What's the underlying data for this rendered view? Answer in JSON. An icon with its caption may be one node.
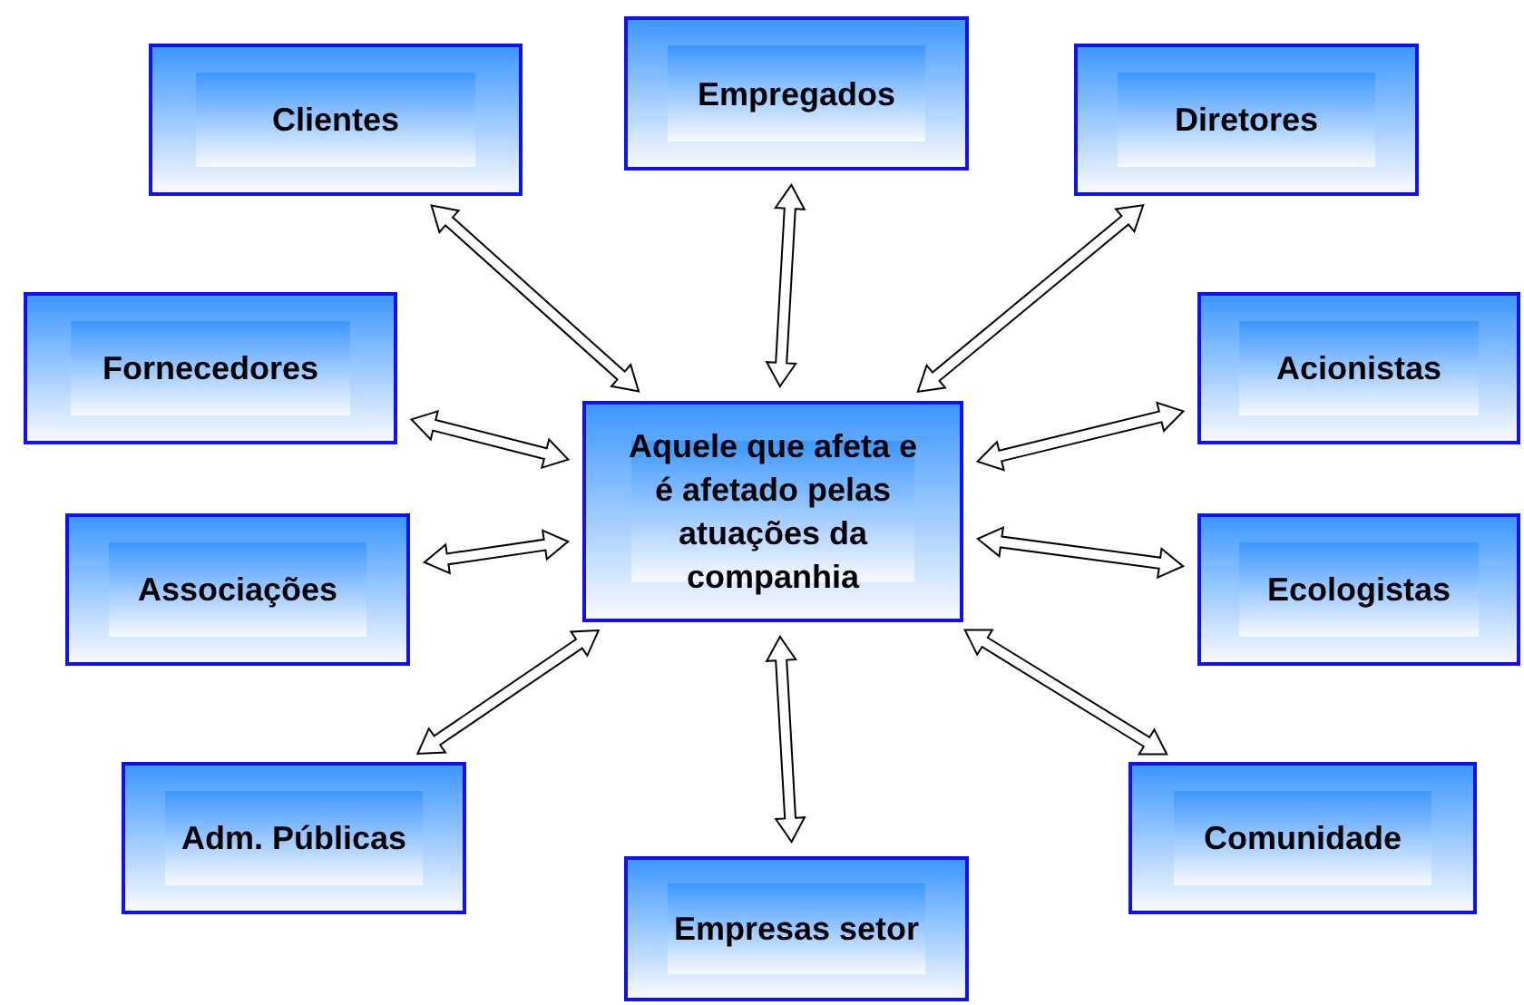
{
  "diagram": {
    "nodes": [
      {
        "text": [
          "Empregados"
        ]
      },
      {
        "text": [
          "Clientes"
        ]
      },
      {
        "text": [
          "Diretores"
        ]
      },
      {
        "text": [
          "Fornecedores"
        ]
      },
      {
        "text": [
          "Acionistas"
        ]
      },
      {
        "text": [
          "Aquele que afeta e é afetado pelas atuações da companhia"
        ]
      },
      {
        "text": [
          "Associações"
        ]
      },
      {
        "text": [
          "Ecologistas"
        ]
      },
      {
        "text": [
          "Adm. Públicas"
        ]
      },
      {
        "text": [
          "Comunidade"
        ]
      },
      {
        "text": [
          "Empresas setor"
        ]
      }
    ],
    "edges": [
      {
        "from": 5,
        "to": 0,
        "arrow": "both"
      },
      {
        "from": 5,
        "to": 1,
        "arrow": "both"
      },
      {
        "from": 5,
        "to": 2,
        "arrow": "both"
      },
      {
        "from": 5,
        "to": 3,
        "arrow": "both"
      },
      {
        "from": 5,
        "to": 4,
        "arrow": "both"
      },
      {
        "from": 5,
        "to": 6,
        "arrow": "both"
      },
      {
        "from": 5,
        "to": 7,
        "arrow": "both"
      },
      {
        "from": 5,
        "to": 8,
        "arrow": "both"
      },
      {
        "from": 5,
        "to": 9,
        "arrow": "both"
      },
      {
        "from": 5,
        "to": 10,
        "arrow": "both"
      }
    ]
  }
}
